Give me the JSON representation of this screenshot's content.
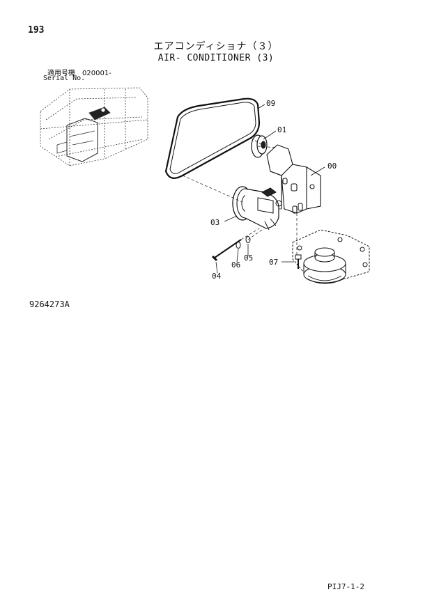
{
  "header": {
    "page_number": "193",
    "title_jp": "エアコンディショナ（３）",
    "title_en": "AIR- CONDITIONER (3)"
  },
  "serial": {
    "label_jp": "適用号機　020001-",
    "label_en": "Serial No."
  },
  "diagram": {
    "figure_number": "9264273A",
    "part_labels": {
      "bracket": "00",
      "idler_pulley": "01",
      "compressor": "03",
      "bolt_long": "04",
      "washer_05": "05",
      "washer_06": "06",
      "bolt_07": "07",
      "belt": "09"
    }
  },
  "footer": {
    "code": "PIJ7-1-2"
  }
}
